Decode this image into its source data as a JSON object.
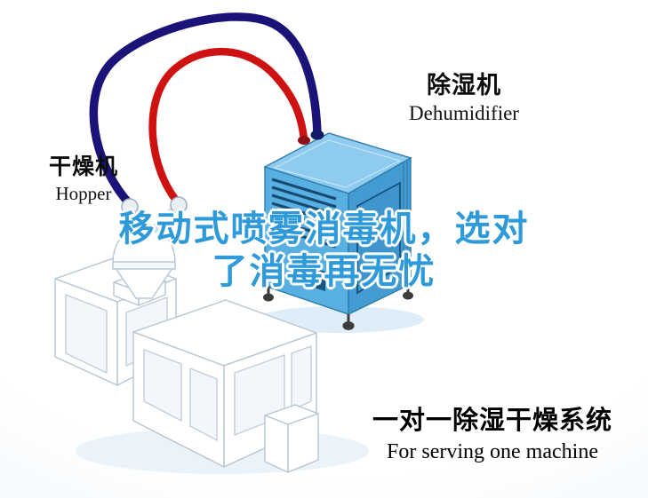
{
  "labels": {
    "dehumidifier_zh": "除湿机",
    "dehumidifier_en": "Dehumidifier",
    "hopper_zh": "干燥机",
    "hopper_en": "Hopper"
  },
  "watermark": {
    "line1": "移动式喷雾消毒机，选对",
    "line2": "了消毒再无忧"
  },
  "footer": {
    "title_zh": "一对一除湿干燥系统",
    "subtitle_en": "For serving one machine"
  },
  "icons": {
    "dehumidifier": "dehumidifier-unit-illustration",
    "hopper": "hopper-dryer-illustration",
    "machine": "extruder-machine-illustration",
    "pipe_navy": "return-air-pipe",
    "pipe_red": "supply-air-pipe"
  },
  "colors": {
    "watermark_blue": "#2F9AD9",
    "pipe_red": "#CE1212",
    "pipe_navy": "#1B1378",
    "dehumidifier_blue": "#58AFE2",
    "background_edge": "#C3D9EE"
  }
}
